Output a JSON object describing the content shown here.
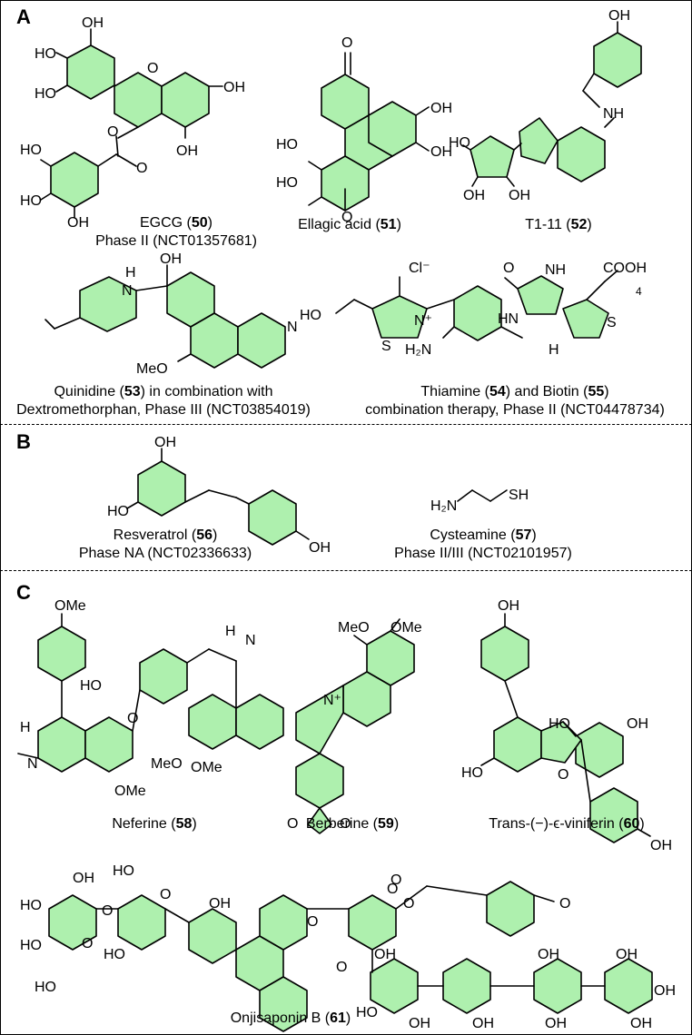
{
  "panels": {
    "a": {
      "label": "A"
    },
    "b": {
      "label": "B"
    },
    "c": {
      "label": "C"
    }
  },
  "compounds": {
    "c50": {
      "name": "EGCG (",
      "id": "50",
      "tail": ")",
      "line2": "Phase II (NCT01357681)"
    },
    "c51": {
      "name": "Ellagic acid (",
      "id": "51",
      "tail": ")"
    },
    "c52": {
      "name": "T1-11 (",
      "id": "52",
      "tail": ")"
    },
    "c53": {
      "name": "Quinidine (",
      "id": "53",
      "tail": ") in combination with",
      "line2": "Dextromethorphan, Phase III (NCT03854019)"
    },
    "c54": {
      "name": "Thiamine (",
      "id": "54",
      "mid": ") and Biotin (",
      "id2": "55",
      "tail": ")",
      "line2": "combination therapy, Phase II (NCT04478734)"
    },
    "c56": {
      "name": "Resveratrol (",
      "id": "56",
      "tail": ")",
      "line2": "Phase NA (NCT02336633)"
    },
    "c57": {
      "name": "Cysteamine (",
      "id": "57",
      "tail": ")",
      "line2": "Phase II/III (NCT02101957)"
    },
    "c58": {
      "name": "Neferine (",
      "id": "58",
      "tail": ")"
    },
    "c59": {
      "name": "Berberine (",
      "id": "59",
      "tail": ")"
    },
    "c60": {
      "name": "Trans-(−)-ϵ-viniferin (",
      "id": "60",
      "tail": ")"
    },
    "c61": {
      "name": "Onjisaponin B (",
      "id": "61",
      "tail": ")"
    }
  },
  "atoms": {
    "oh": "OH",
    "ho": "HO",
    "o": "O",
    "nh": "NH",
    "hn": "HN",
    "n": "N",
    "nplus": "N⁺",
    "s": "S",
    "h": "H",
    "cl": "Cl⁻",
    "h2n": "H₂N",
    "meo": "MeO",
    "ome": "OMe",
    "cooh": "COOH",
    "ho_o": "HO",
    "sub4": "4",
    "sh": "SH",
    "nh2": "H₂N"
  },
  "colors": {
    "ring_fill": "#aef0ae",
    "line": "#000000"
  }
}
